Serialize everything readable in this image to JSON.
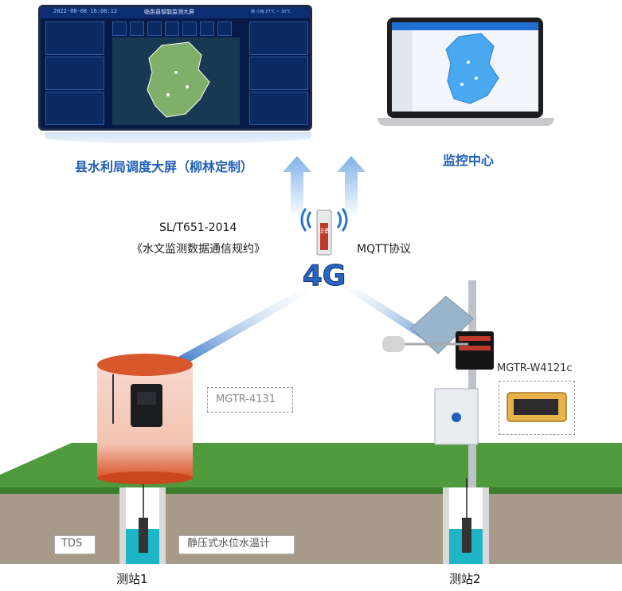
{
  "dashboard": {
    "date": "2022-08-08 16:08:12",
    "title": "临邑县智能监测大屏",
    "weather": "晴  小雨 27°C ~ 30°C",
    "caption": "县水利局调度大屏（柳林定制）"
  },
  "monitor_center": {
    "caption": "监控中心"
  },
  "network": {
    "standard_code": "SL/T651-2014",
    "standard_name": "《水文监测数据通信规约》",
    "protocol": "MQTT协议",
    "tower_label": "4G",
    "tower_sign": "设备"
  },
  "station1": {
    "device": "MGTR-4131",
    "sensor_tds": "TDS",
    "sensor_level": "静压式水位水温计",
    "name": "测站1"
  },
  "station2": {
    "device": "MGTR-W4121c",
    "name": "测站2"
  },
  "colors": {
    "caption_blue": "#1f5fb8",
    "grass": "#4e9a3c",
    "soil": "#a89a88",
    "water": "#1fb5c8",
    "cylinder": "#d9572c"
  }
}
